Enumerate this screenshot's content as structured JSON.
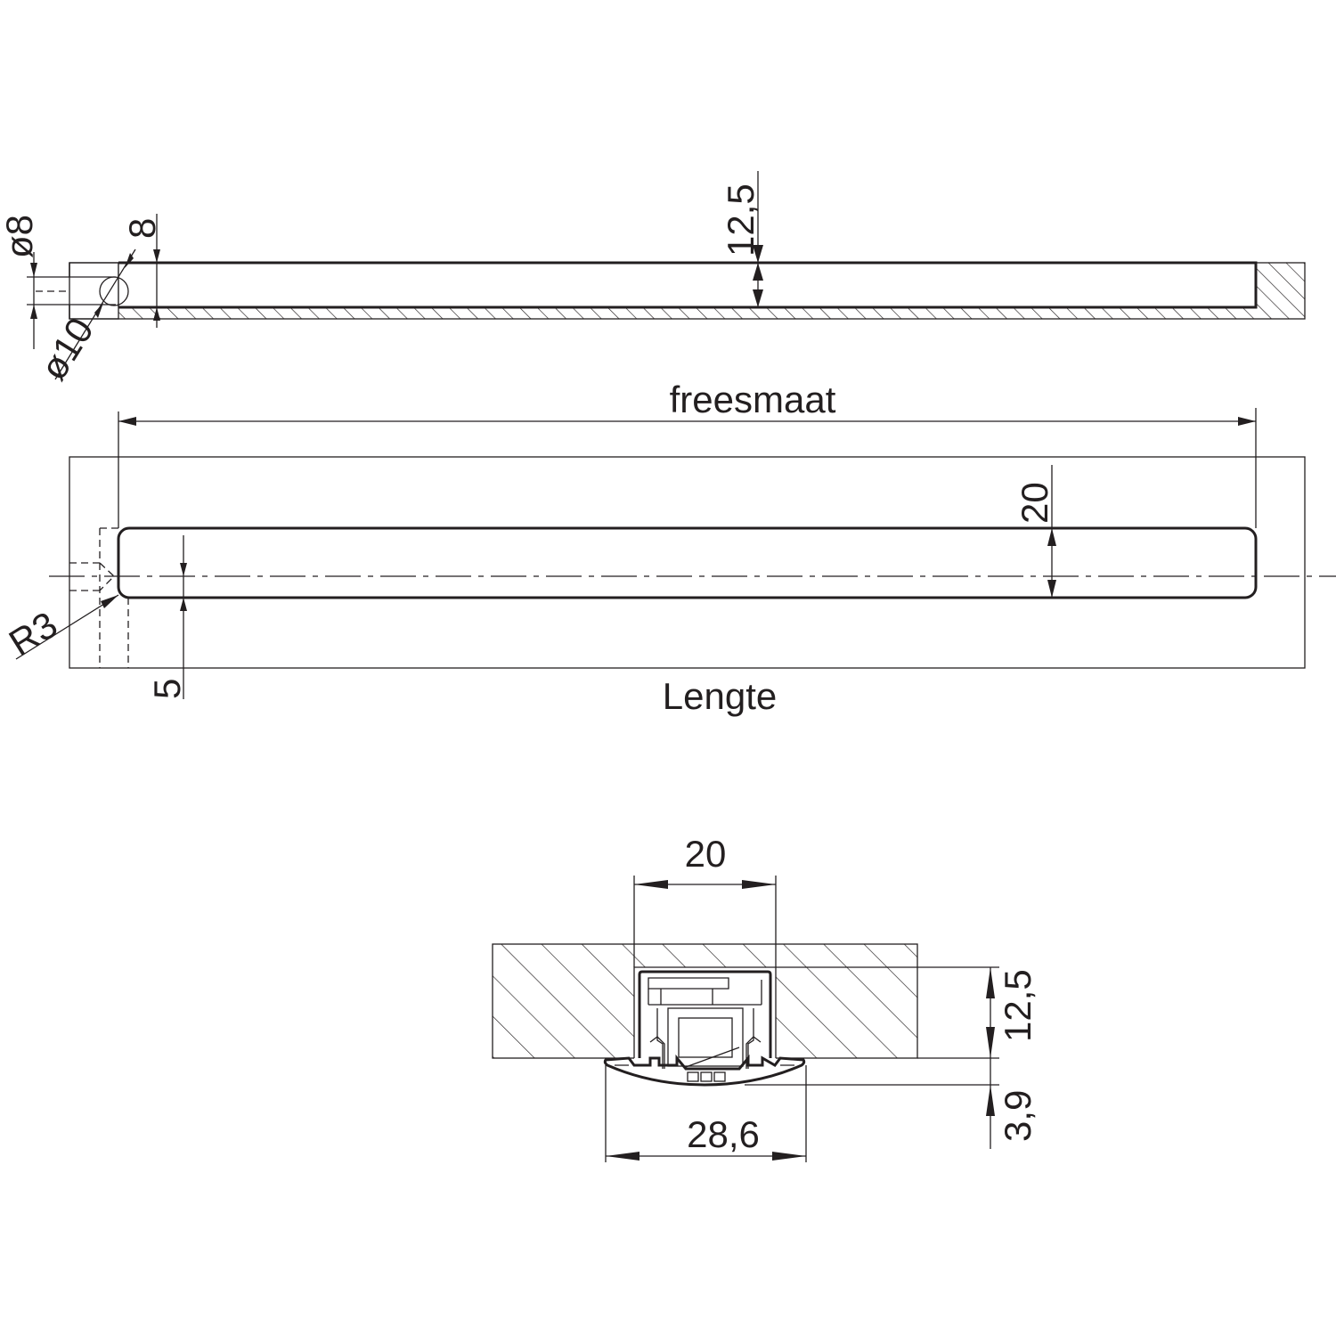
{
  "top_view": {
    "dim_depth": "12,5",
    "dim_hole_diameter": "ø8",
    "dim_counterbore": "ø10",
    "dim_hole_offset": "8"
  },
  "plan_view": {
    "dim_freesmaat": "freesmaat",
    "dim_width": "20",
    "dim_radius": "R3",
    "dim_edge_offset": "5",
    "label_length": "Lengte"
  },
  "section_view": {
    "dim_groove_width": "20",
    "dim_groove_depth": "12,5",
    "dim_flange_height": "3,9",
    "dim_flange_width": "28,6"
  }
}
